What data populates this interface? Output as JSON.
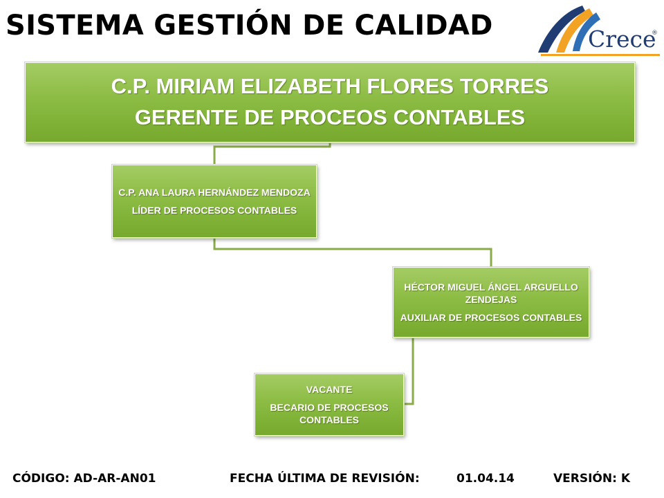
{
  "header": {
    "title": "SISTEMA GESTIÓN DE CALIDAD",
    "logo_text": "Crece",
    "logo_mark": "®"
  },
  "org_chart": {
    "manager": {
      "name": "C.P. MIRIAM ELIZABETH FLORES TORRES",
      "role": "GERENTE DE PROCEOS CONTABLES"
    },
    "leader": {
      "name": "C.P. ANA LAURA HERNÁNDEZ MENDOZA",
      "role": "LÍDER DE PROCESOS CONTABLES"
    },
    "assistant": {
      "name": "HÉCTOR MIGUEL ÁNGEL ARGUELLO ZENDEJAS",
      "role": "AUXILIAR DE PROCESOS CONTABLES"
    },
    "intern": {
      "name": "VACANTE",
      "role": "BECARIO DE PROCESOS CONTABLES"
    }
  },
  "footer": {
    "code": "CÓDIGO: AD-AR-AN01",
    "date_label": "FECHA ÚLTIMA DE REVISIÓN:",
    "date_value": "01.04.14",
    "version": "VERSIÓN: K"
  },
  "colors": {
    "box_fill": "#8bbb42",
    "connector": "#8aab4a",
    "logo_orange": "#f2a324",
    "logo_navy": "#1f3c73",
    "logo_blue": "#2e6fb5"
  }
}
